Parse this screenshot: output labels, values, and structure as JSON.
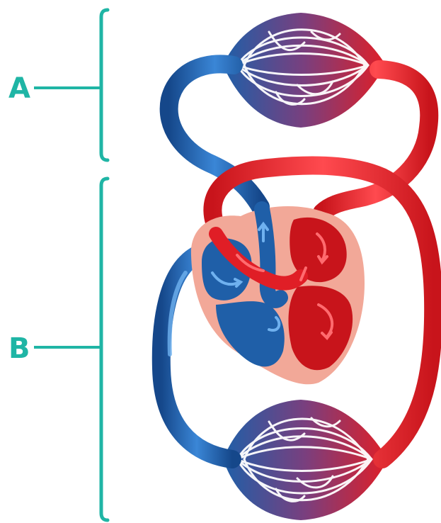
{
  "labels": {
    "a": "A",
    "b": "B"
  },
  "colors": {
    "label": "#1fb5a5",
    "bracket": "#1fb5a5",
    "oxygenated": "#e01e26",
    "deoxygenated": "#1f5fa8",
    "capillary_mix": "#7a3f7e",
    "heart_outline": "#f2a898"
  },
  "icons": {
    "pulmonary_capillaries": "capillary-bed",
    "systemic_capillaries": "capillary-bed",
    "heart": "heart-cross-section",
    "flow_arrows": "arrow"
  }
}
